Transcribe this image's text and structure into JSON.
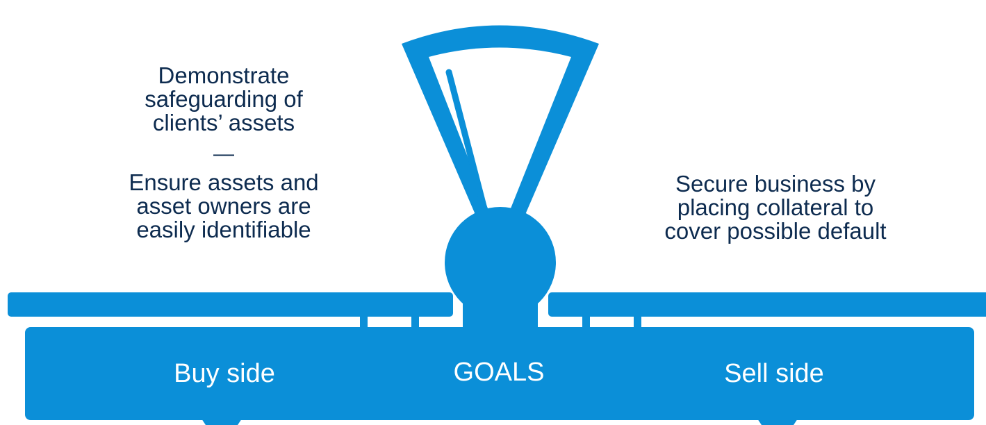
{
  "colors": {
    "scale_blue": "#0b8fd8",
    "caption_text": "#0d2b4f",
    "label_text": "#ffffff",
    "background": "#ffffff"
  },
  "icons": {
    "scale": "balance-scale-icon"
  },
  "left_goal": {
    "line_1": "Demonstrate\nsafeguarding of\nclients’ assets",
    "divider": "—",
    "line_2": "Ensure assets and\nasset owners are\neasily identifiable"
  },
  "right_goal": {
    "text": "Secure business by\nplacing collateral to\ncover possible default"
  },
  "base": {
    "left_label": "Buy side",
    "center_label": "GOALS",
    "right_label": "Sell side"
  }
}
